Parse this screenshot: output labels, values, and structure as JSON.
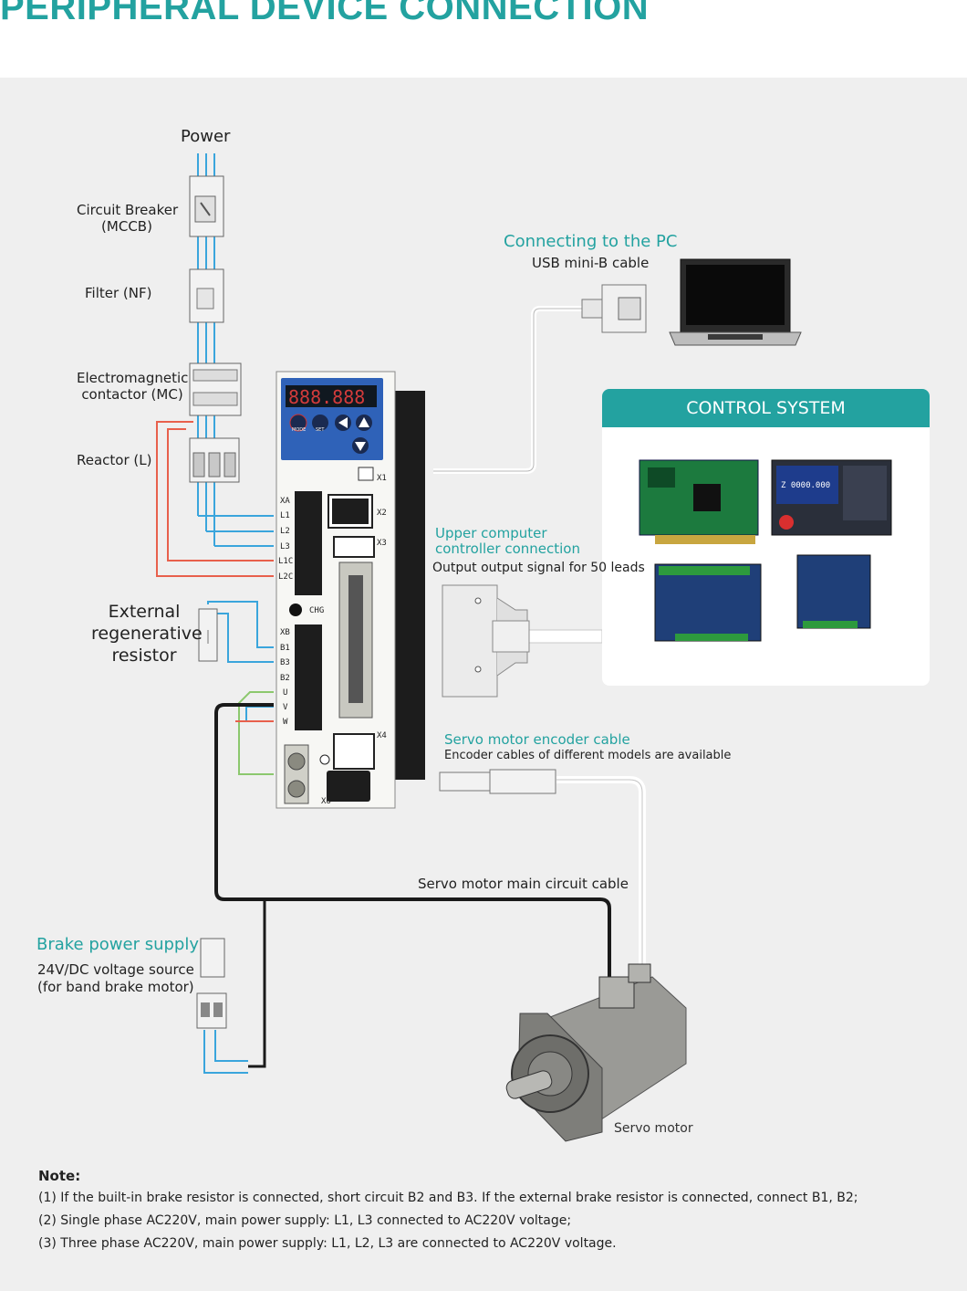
{
  "title": "PERIPHERAL DEVICE CONNECTION",
  "left": {
    "power": "Power",
    "breaker": [
      "Circuit Breaker",
      "(MCCB)"
    ],
    "filter": "Filter (NF)",
    "contactor": [
      "Electromagnetic",
      "contactor (MC)"
    ],
    "reactor": "Reactor (L)",
    "regen": [
      "External",
      "regenerative",
      "resistor"
    ]
  },
  "pc": {
    "title": "Connecting to the PC",
    "cable": "USB mini-B cable"
  },
  "control_system": {
    "header": "CONTROL SYSTEM"
  },
  "upper": {
    "title": [
      "Upper computer",
      "controller connection"
    ],
    "desc": "Output output signal for 50 leads"
  },
  "encoder": {
    "title": "Servo motor encoder cable",
    "desc": "Encoder cables of different models are available"
  },
  "main_cable": "Servo motor main circuit cable",
  "brake": {
    "title": "Brake power supply",
    "desc": [
      "24V/DC voltage source",
      "(for band brake motor)"
    ]
  },
  "motor": "Servo motor",
  "drive": {
    "display": "888.888",
    "mode": "MODE",
    "set": "SET",
    "xa_terminals": [
      "XA",
      "L1",
      "L2",
      "L3",
      "L1C",
      "L2C"
    ],
    "xb_terminals": [
      "XB",
      "B1",
      "B3",
      "B2",
      "U",
      "V",
      "W"
    ],
    "ports": [
      "X1",
      "X2",
      "X3",
      "X4",
      "X6"
    ],
    "chg": "CHG"
  },
  "screen_text": "Z  0000.000",
  "notes": {
    "heading": "Note:",
    "items": [
      "(1) If the built-in brake resistor is connected, short circuit B2 and B3. If the external brake resistor is connected, connect B1, B2;",
      "(2) Single phase AC220V, main power supply: L1, L3 connected to AC220V voltage;",
      "(3) Three phase AC220V, main power supply: L1, L2, L3 are connected to AC220V voltage."
    ]
  },
  "colors": {
    "accent": "#23a2a0",
    "wire_blue": "#3aa5dc",
    "wire_red": "#e8604c",
    "wire_green": "#8cc86e",
    "cable": "#1a1a1a"
  }
}
